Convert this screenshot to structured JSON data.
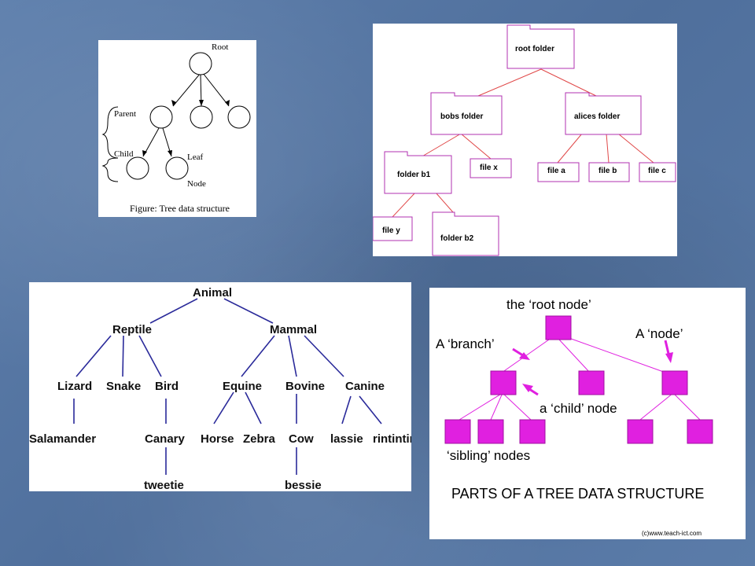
{
  "slide": {
    "background_color": "#5a7aa8"
  },
  "diagram1": {
    "root_label": "Root",
    "parent_label": "Parent",
    "child_label": "Child",
    "leaf_label": "Leaf",
    "node_label": "Node",
    "caption": "Figure: Tree data structure"
  },
  "diagram2": {
    "root": "root folder",
    "bobs": "bobs folder",
    "alices": "alices folder",
    "folder_b1": "folder b1",
    "file_x": "file x",
    "file_a": "file a",
    "file_b": "file b",
    "file_c": "file c",
    "file_y": "file y",
    "folder_b2": "folder b2",
    "line_color": "#e04848",
    "box_color": "#b030b0"
  },
  "diagram3": {
    "animal": "Animal",
    "reptile": "Reptile",
    "mammal": "Mammal",
    "lizard": "Lizard",
    "snake": "Snake",
    "bird": "Bird",
    "equine": "Equine",
    "bovine": "Bovine",
    "canine": "Canine",
    "salamander": "Salamander",
    "canary": "Canary",
    "horse": "Horse",
    "zebra": "Zebra",
    "cow": "Cow",
    "lassie": "lassie",
    "rintintin": "rintintin",
    "tweetie": "tweetie",
    "bessie": "bessie",
    "line_color": "#2a2a9a"
  },
  "diagram4": {
    "root_node": "the ‘root node’",
    "branch": "A ‘branch’",
    "node": "A ‘node’",
    "child_node": "a ‘child’ node",
    "sibling_nodes": "‘sibling’ nodes",
    "title": "PARTS OF A TREE DATA STRUCTURE",
    "credit": "(c)www.teach-ict.com",
    "node_color": "#e020e0"
  }
}
